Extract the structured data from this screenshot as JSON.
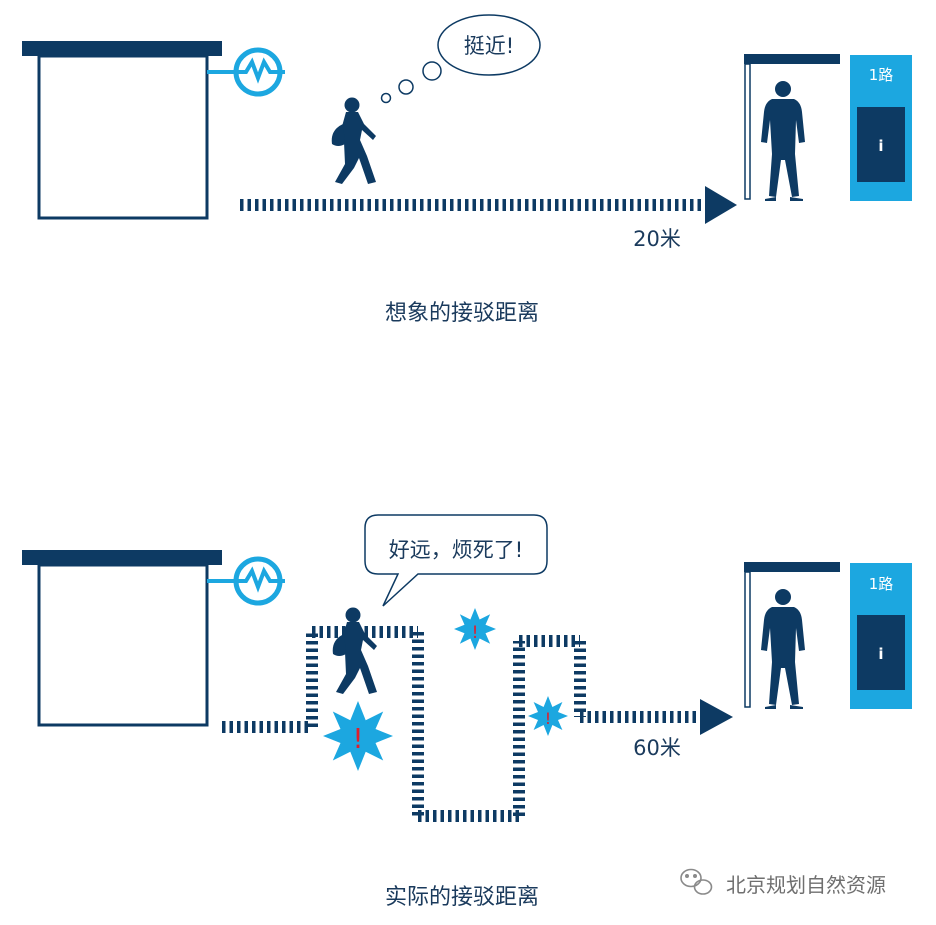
{
  "top": {
    "thought": "挺近!",
    "distance": "20米",
    "caption": "想象的接驳距离",
    "stop_route": "1路",
    "stop_info": "i"
  },
  "bottom": {
    "speech": "好远，烦死了!",
    "distance": "60米",
    "caption": "实际的接驳距离",
    "stop_route": "1路",
    "stop_info": "i",
    "alerts": [
      "!",
      "!",
      "!"
    ]
  },
  "watermark": "北京规划自然资源",
  "colors": {
    "navy": "#0d3a63",
    "accent": "#1ca7e0",
    "text": "#1a3a5c",
    "alert": "#e01e2b"
  },
  "icons": [
    "metro-station-icon",
    "pedestrian-icon",
    "waiting-person-icon",
    "bus-stop-sign-icon",
    "alert-burst-icon",
    "wechat-icon"
  ]
}
